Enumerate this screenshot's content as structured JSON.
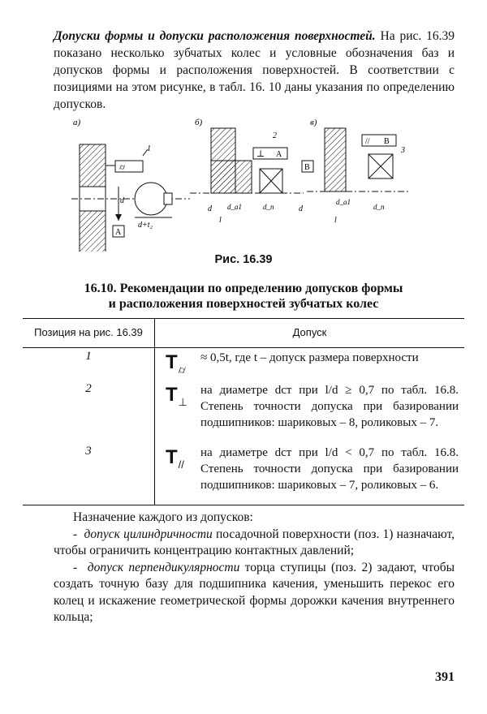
{
  "intro": {
    "lead": "Допуски формы и допуски расположения поверхностей.",
    "text": " На рис. 16.39 показано несколько зубчатых колес и условные обозначения баз и допусков формы и расположения поверхностей. В соответствии с позициями на этом рисунке, в табл. 16. 10 даны указания по определению допусков."
  },
  "figure": {
    "labels": {
      "a": "а)",
      "b": "б)",
      "c": "в)"
    },
    "callouts": [
      "1",
      "2",
      "3"
    ],
    "datums": [
      "A",
      "A",
      "B",
      "B"
    ],
    "dims": [
      "d",
      "d+t₂",
      "d",
      "l",
      "d_a1",
      "d_п",
      "d",
      "l",
      "d_a1",
      "d_п"
    ],
    "caption": "Рис. 16.39"
  },
  "table": {
    "title_line1": "16.10. Рекомендации по определению допусков формы",
    "title_line2": "и расположения поверхностей зубчатых колес",
    "col_position": "Позиция на рис. 16.39",
    "col_tolerance": "Допуск",
    "rows": [
      {
        "pos": "1",
        "sym": "T",
        "sub": "⌭",
        "text": "≈ 0,5t, где t – допуск размера поверхности"
      },
      {
        "pos": "2",
        "sym": "T",
        "sub": "⊥",
        "text": "на диаметре dст при l/d ≥ 0,7 по табл. 16.8. Степень точности допуска при базировании подшипников: шариковых – 8, роликовых – 7."
      },
      {
        "pos": "3",
        "sym": "T",
        "sub": "//",
        "text": "на диаметре dст при l/d < 0,7 по табл. 16.8. Степень точности допуска при базировании подшипников: шариковых – 7, роликовых – 6."
      }
    ]
  },
  "after": {
    "p1": "Назначение каждого из допусков:",
    "p2_em": "допуск цилиндричности",
    "p2_rest": " посадочной поверхности (поз. 1) назначают, чтобы ограничить концентрацию контактных давлений;",
    "p3_em": "допуск перпендикулярности",
    "p3_rest": " торца ступицы (поз. 2) задают, чтобы создать точную базу для подшипника качения, уменьшить перекос его колец и искажение геометрической формы дорожки качения внутреннего кольца;"
  },
  "page_number": "391"
}
